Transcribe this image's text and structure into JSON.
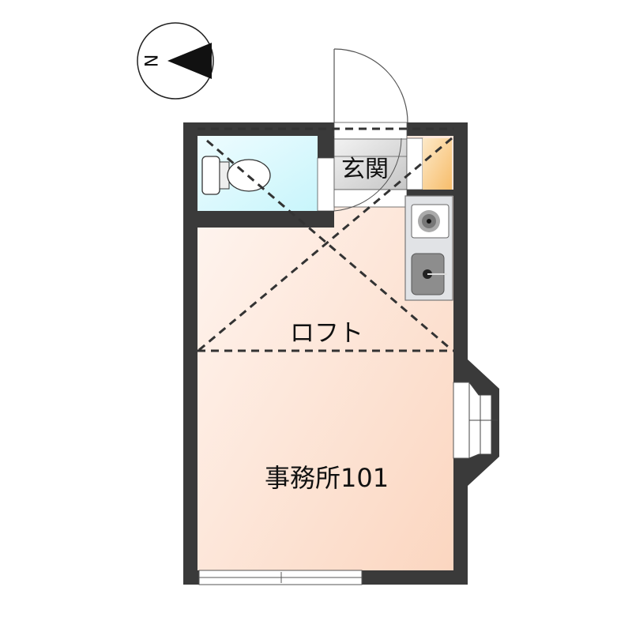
{
  "compass": {
    "letter": "N",
    "direction": "left"
  },
  "rooms": {
    "entrance": "玄関",
    "loft": "ロフト",
    "main": "事務所101"
  },
  "colors": {
    "wall": "#3a3a3a",
    "toilet_floor": "#d6f8fc",
    "entrance_floor": "#d8d8d8",
    "closet": "#f8c987",
    "room_floor_start": "#fff6f1",
    "room_floor_end": "#fcd9c4",
    "kitchen": "#e1e3e6"
  }
}
